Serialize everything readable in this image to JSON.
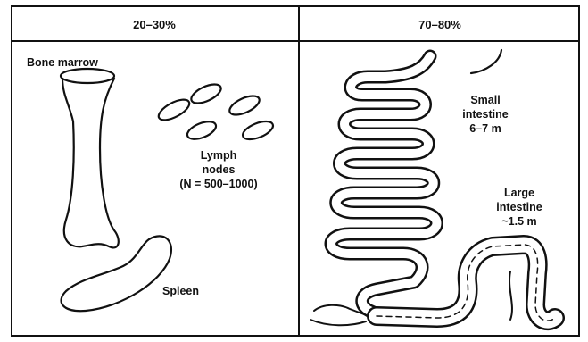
{
  "left_panel": {
    "header": "20–30%",
    "bone_marrow_label": "Bone marrow",
    "lymph_label_line1": "Lymph",
    "lymph_label_line2": "nodes",
    "lymph_label_line3": "(N = 500–1000)",
    "spleen_label": "Spleen"
  },
  "right_panel": {
    "header": "70–80%",
    "small_intestine_line1": "Small",
    "small_intestine_line2": "intestine",
    "small_intestine_line3": "6–7 m",
    "large_intestine_line1": "Large",
    "large_intestine_line2": "intestine",
    "large_intestine_line3": "~1.5 m"
  },
  "colors": {
    "line": "#111111",
    "background": "#ffffff"
  }
}
